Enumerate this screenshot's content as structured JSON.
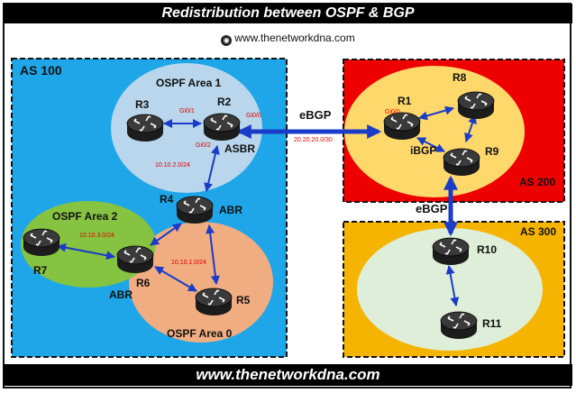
{
  "header": {
    "title": "Redistribution between OSPF & BGP"
  },
  "site_line": {
    "text": "www.thenetworkdna.com",
    "logo_icon": "globe-logo-icon"
  },
  "footer": {
    "text": "www.thenetworkdna.com"
  },
  "colors": {
    "as100_bg": "#1ea6e8",
    "as200_bg": "#ee0000",
    "as300_bg": "#f5b400",
    "area1": "#b9d6ec",
    "area2": "#86c340",
    "area0": "#f0ad82",
    "as200_inner": "#ffd86b",
    "as300_inner": "#dfeed8",
    "link": "#1a3cc8"
  },
  "areas": {
    "as100": "AS 100",
    "as200": "AS 200",
    "as300": "AS 300",
    "ospf_area1": "OSPF Area 1",
    "ospf_area2": "OSPF Area 2",
    "ospf_area0": "OSPF Area 0"
  },
  "routers": {
    "r1": "R1",
    "r2": "R2",
    "r3": "R3",
    "r4": "R4",
    "r5": "R5",
    "r6": "R6",
    "r7": "R7",
    "r8": "R8",
    "r9": "R9",
    "r10": "R10",
    "r11": "R11"
  },
  "roles": {
    "asbr": "ASBR",
    "abr_r4": "ABR",
    "abr_r6": "ABR",
    "ibgp": "iBGP"
  },
  "links": {
    "ebgp_r2_r1": "eBGP",
    "ebgp_as200_as300": "eBGP"
  },
  "interfaces": {
    "r3_gi01": "Gi0/1",
    "r2_gi00": "Gi0/0",
    "r2_gi02": "Gi0/2",
    "r1_gi00": "Gi0/0"
  },
  "subnets": {
    "r2_r3": "10.10.2.0/24",
    "r6_r7": "10.10.3.0/24",
    "r4_r6_r5": "10.10.1.0/24",
    "r2_r1": "20.20.20.0/30"
  }
}
